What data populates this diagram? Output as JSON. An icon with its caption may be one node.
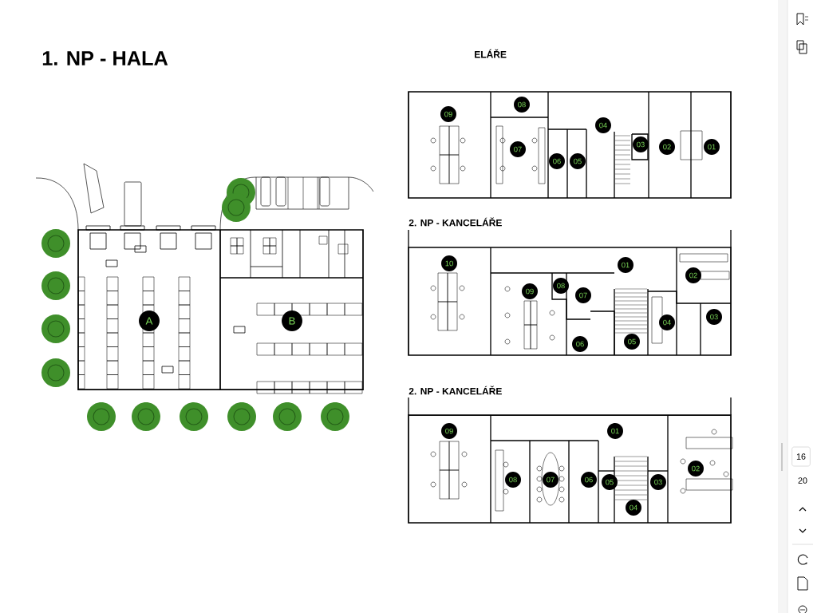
{
  "diagram": {
    "title": "1. NP - HALA",
    "nodes": [
      {
        "text": [
          "A"
        ]
      },
      {
        "text": [
          "B"
        ]
      },
      {
        "text": [
          "09"
        ]
      },
      {
        "text": [
          "08"
        ]
      },
      {
        "text": [
          "07"
        ]
      },
      {
        "text": [
          "06"
        ]
      },
      {
        "text": [
          "05"
        ]
      },
      {
        "text": [
          "04"
        ]
      },
      {
        "text": [
          "03"
        ]
      },
      {
        "text": [
          "02"
        ]
      },
      {
        "text": [
          "01"
        ]
      },
      {
        "text": [
          "10"
        ]
      },
      {
        "text": [
          "01"
        ]
      },
      {
        "text": [
          "02"
        ]
      },
      {
        "text": [
          "08"
        ]
      },
      {
        "text": [
          "09"
        ]
      },
      {
        "text": [
          "07"
        ]
      },
      {
        "text": [
          "04"
        ]
      },
      {
        "text": [
          "03"
        ]
      },
      {
        "text": [
          "06"
        ]
      },
      {
        "text": [
          "05"
        ]
      },
      {
        "text": [
          "09"
        ]
      },
      {
        "text": [
          "01"
        ]
      },
      {
        "text": [
          "02"
        ]
      },
      {
        "text": [
          "08"
        ]
      },
      {
        "text": [
          "07"
        ]
      },
      {
        "text": [
          "06"
        ]
      },
      {
        "text": [
          "05"
        ]
      },
      {
        "text": [
          "03"
        ]
      },
      {
        "text": [
          "04"
        ]
      }
    ],
    "labels": [
      "ELÁŘE",
      "2. NP - KANCELÁŘE",
      "2. NP - KANCELÁŘE",
      "16",
      "20"
    ]
  }
}
